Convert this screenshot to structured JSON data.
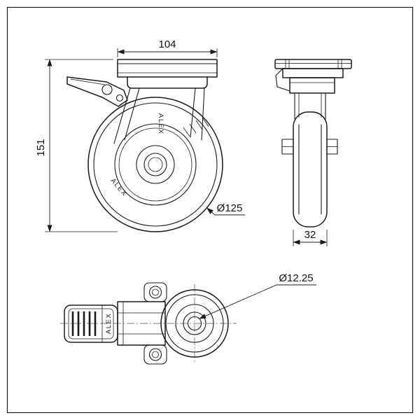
{
  "drawing": {
    "background": "#ffffff",
    "line_color": "#1b1b1b",
    "views": {
      "front": {
        "label": "front-view",
        "dims": {
          "plate_width": "104",
          "overall_height": "151",
          "wheel_diameter": "Ø125"
        },
        "brand_vertical": "ALEX",
        "brand_diagonal": "ALEX"
      },
      "side": {
        "label": "side-view",
        "dims": {
          "wheel_width": "32"
        }
      },
      "top": {
        "label": "top-view",
        "dims": {
          "bolt_hole_diameter": "Ø12.25"
        },
        "brand": "ALEX"
      }
    }
  }
}
